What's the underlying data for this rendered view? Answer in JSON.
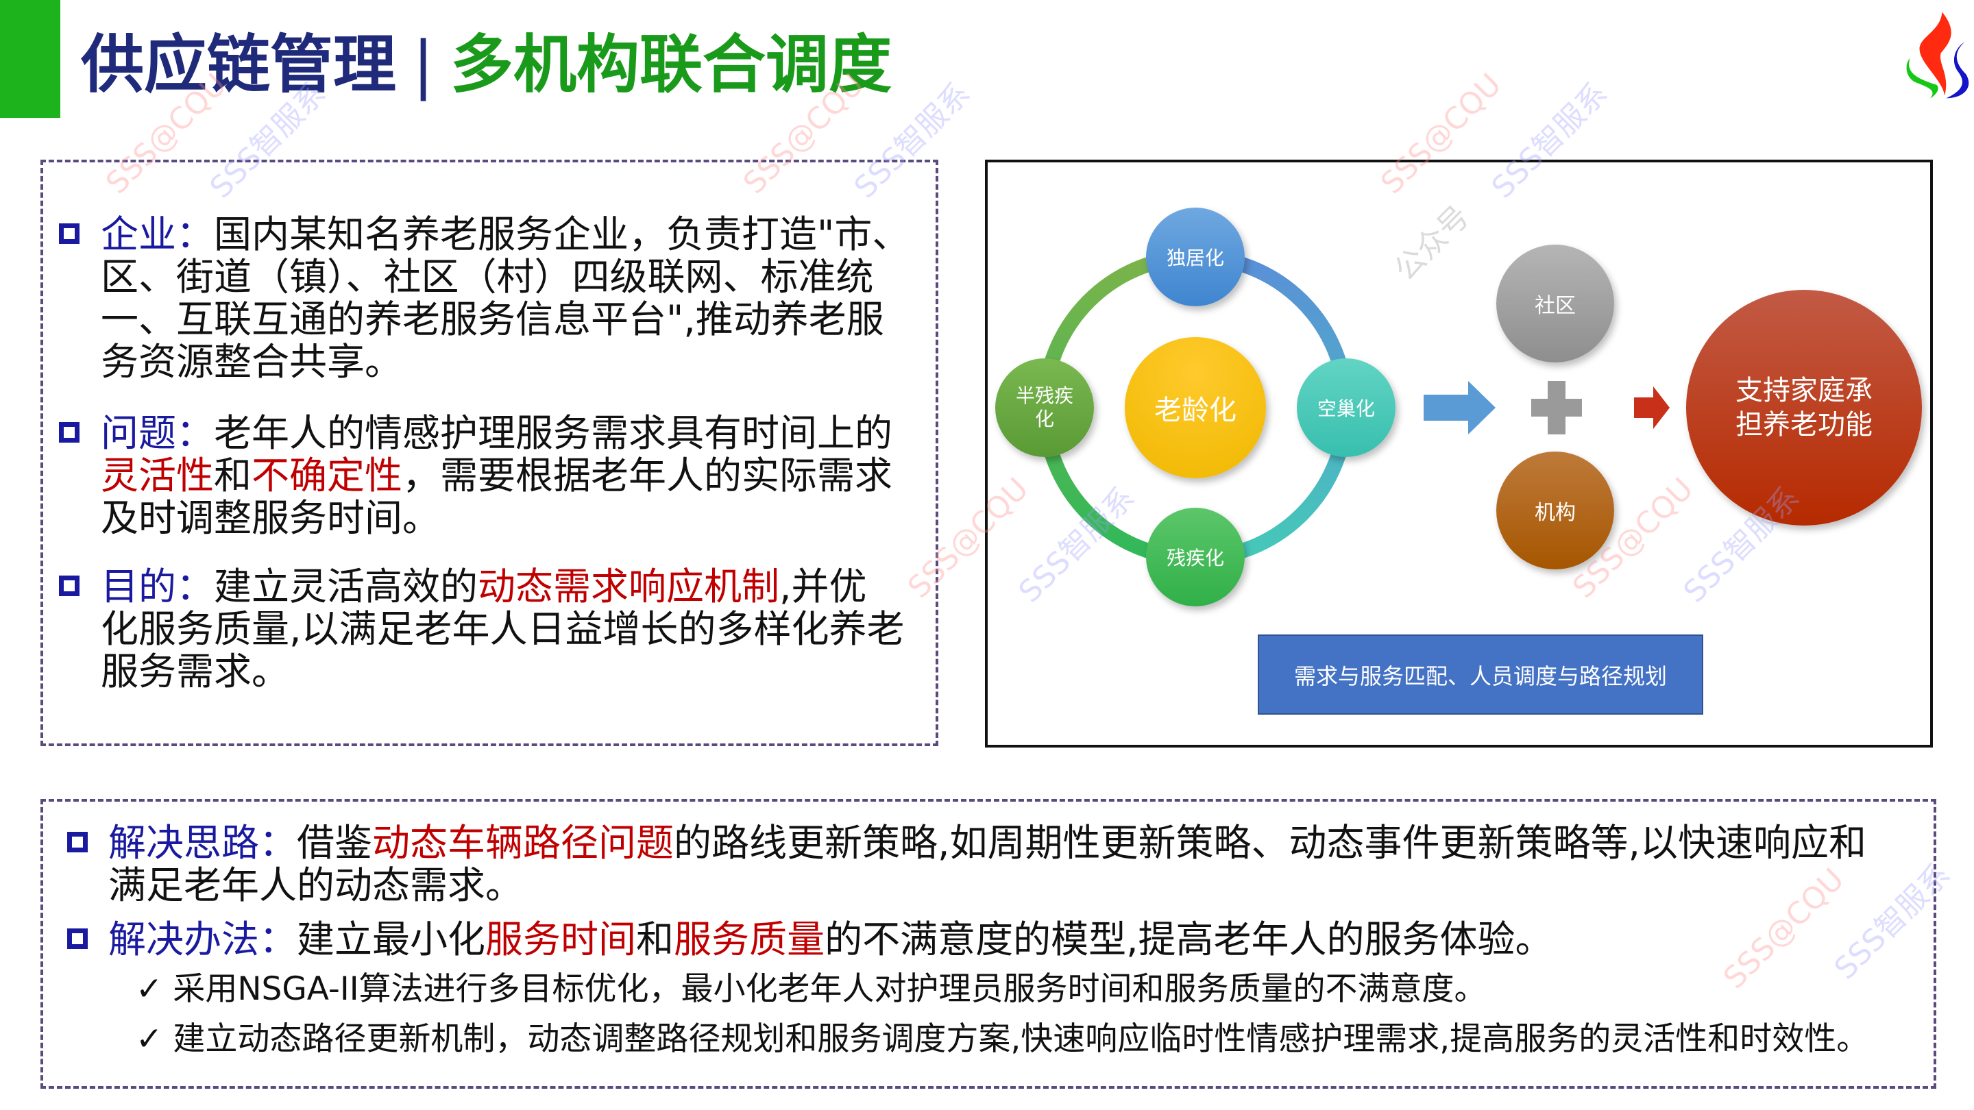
{
  "header": {
    "title": "供应链管理",
    "separator": "|",
    "subtitle": "多机构联合调度"
  },
  "logo": {
    "icon": "flame-logo-icon",
    "colors": [
      "#ff3a1a",
      "#1ad01a",
      "#1a1ad0"
    ]
  },
  "left_panel": {
    "enterprise": {
      "label": "企业：",
      "lines": [
        "国内某知名养老服务企业，负责打造\"市、",
        "区、街道（镇）、社区（村）四级联网、标准统",
        "一、互联互通的养老服务信息平台\",推动养老服",
        "务资源整合共享。"
      ]
    },
    "problem": {
      "label": "问题：",
      "l1": "老年人的情感护理服务需求具有时间上的",
      "hl1": "灵活性",
      "and": "和",
      "hl2": "不确定性",
      "l2": "，需要根据老年人的实际需求",
      "l3": "及时调整服务时间。"
    },
    "goal": {
      "label": "目的：",
      "l1a": "建立灵活高效的",
      "hl": "动态需求响应机制",
      "l1b": ",并优",
      "l2": "化服务质量,以满足老年人日益增长的多样化养老",
      "l3": "服务需求。"
    }
  },
  "diagram": {
    "center": "老龄化",
    "nodes": {
      "top": "独居化",
      "left_l1": "半残疾",
      "left_l2": "化",
      "right": "空巢化",
      "bottom": "残疾化"
    },
    "community": "社区",
    "institution": "机构",
    "result_l1": "支持家庭承",
    "result_l2": "担养老功能",
    "bottom_box": "需求与服务匹配、人员调度与路径规划"
  },
  "bottom_panel": {
    "approach": {
      "label": "解决思路：",
      "a": "借鉴",
      "hl": "动态车辆路径问题",
      "b": "的路线更新策略,如周期性更新策略、动态事件更新策略等,以快速响应和",
      "l2": "满足老年人的动态需求。"
    },
    "method": {
      "label": "解决办法：",
      "a": "建立最小化",
      "hl1": "服务时间",
      "and": "和",
      "hl2": "服务质量",
      "b": "的不满意度的模型,提高老年人的服务体验。"
    },
    "checks": [
      "采用NSGA-II算法进行多目标优化，最小化老年人对护理员服务时间和服务质量的不满意度。",
      "建立动态路径更新机制，动态调整路径规划和服务调度方案,快速响应临时性情感护理需求,提高服务的灵活性和时效性。"
    ],
    "check_icon": "✓"
  },
  "watermarks": [
    "SSS@CQU",
    "SSS智服系",
    "公众号"
  ]
}
